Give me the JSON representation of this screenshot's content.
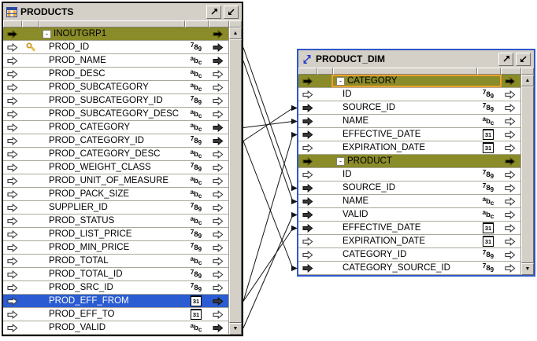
{
  "colors": {
    "group_row": "#8a8b29",
    "selected_row": "#2b5cd1",
    "highlight_outline": "#efa12d",
    "titlebar": "#d4d0c8",
    "left_panel_border": "#151515",
    "right_panel_border": "#2e58c8",
    "connection_line": "#141414"
  },
  "icons": {
    "left_title_icon": "table-grid-icon",
    "right_title_icon": "diagonal-arrows-icon",
    "collapse": "-",
    "number": "789",
    "varchar": "abc",
    "date": "31",
    "scroll_up": "▲",
    "scroll_down": "▼"
  },
  "left_panel": {
    "title": "PRODUCTS",
    "rows": [
      {
        "label": "INOUTGRP1",
        "kind": "group",
        "in": "hollow",
        "out": "hollow"
      },
      {
        "label": "PROD_ID",
        "type": "number",
        "key": true,
        "in": "hollow",
        "out": "filled"
      },
      {
        "label": "PROD_NAME",
        "type": "varchar",
        "in": "hollow",
        "out": "filled"
      },
      {
        "label": "PROD_DESC",
        "type": "varchar",
        "in": "hollow",
        "out": "hollow"
      },
      {
        "label": "PROD_SUBCATEGORY",
        "type": "varchar",
        "in": "hollow",
        "out": "hollow"
      },
      {
        "label": "PROD_SUBCATEGORY_ID",
        "type": "number",
        "in": "hollow",
        "out": "hollow"
      },
      {
        "label": "PROD_SUBCATEGORY_DESC",
        "type": "varchar",
        "in": "hollow",
        "out": "hollow"
      },
      {
        "label": "PROD_CATEGORY",
        "type": "varchar",
        "in": "hollow",
        "out": "filled"
      },
      {
        "label": "PROD_CATEGORY_ID",
        "type": "number",
        "in": "hollow",
        "out": "filled"
      },
      {
        "label": "PROD_CATEGORY_DESC",
        "type": "varchar",
        "in": "hollow",
        "out": "hollow"
      },
      {
        "label": "PROD_WEIGHT_CLASS",
        "type": "number",
        "in": "hollow",
        "out": "hollow"
      },
      {
        "label": "PROD_UNIT_OF_MEASURE",
        "type": "varchar",
        "in": "hollow",
        "out": "hollow"
      },
      {
        "label": "PROD_PACK_SIZE",
        "type": "varchar",
        "in": "hollow",
        "out": "hollow"
      },
      {
        "label": "SUPPLIER_ID",
        "type": "number",
        "in": "hollow",
        "out": "hollow"
      },
      {
        "label": "PROD_STATUS",
        "type": "varchar",
        "in": "hollow",
        "out": "hollow"
      },
      {
        "label": "PROD_LIST_PRICE",
        "type": "number",
        "in": "hollow",
        "out": "hollow"
      },
      {
        "label": "PROD_MIN_PRICE",
        "type": "number",
        "in": "hollow",
        "out": "hollow"
      },
      {
        "label": "PROD_TOTAL",
        "type": "varchar",
        "in": "hollow",
        "out": "hollow"
      },
      {
        "label": "PROD_TOTAL_ID",
        "type": "number",
        "in": "hollow",
        "out": "hollow"
      },
      {
        "label": "PROD_SRC_ID",
        "type": "number",
        "in": "hollow",
        "out": "hollow"
      },
      {
        "label": "PROD_EFF_FROM",
        "type": "date",
        "selected": true,
        "in": "hollow",
        "out": "filled"
      },
      {
        "label": "PROD_EFF_TO",
        "type": "date",
        "in": "hollow",
        "out": "hollow"
      },
      {
        "label": "PROD_VALID",
        "type": "varchar",
        "in": "hollow",
        "out": "filled"
      }
    ]
  },
  "right_panel": {
    "title": "PRODUCT_DIM",
    "rows": [
      {
        "label": "CATEGORY",
        "kind": "group",
        "highlighted": true,
        "in": "hollow",
        "out": "hollow"
      },
      {
        "label": "ID",
        "type": "number",
        "in": "hollow",
        "out": "hollow"
      },
      {
        "label": "SOURCE_ID",
        "type": "number",
        "in": "filled",
        "out": "hollow"
      },
      {
        "label": "NAME",
        "type": "varchar",
        "in": "filled",
        "out": "hollow"
      },
      {
        "label": "EFFECTIVE_DATE",
        "type": "date",
        "in": "filled",
        "out": "hollow"
      },
      {
        "label": "EXPIRATION_DATE",
        "type": "date",
        "in": "hollow",
        "out": "hollow"
      },
      {
        "label": "PRODUCT",
        "kind": "group",
        "in": "hollow",
        "out": "hollow"
      },
      {
        "label": "ID",
        "type": "number",
        "in": "hollow",
        "out": "hollow"
      },
      {
        "label": "SOURCE_ID",
        "type": "number",
        "in": "filled",
        "out": "hollow"
      },
      {
        "label": "NAME",
        "type": "varchar",
        "in": "filled",
        "out": "hollow"
      },
      {
        "label": "VALID",
        "type": "varchar",
        "in": "filled",
        "out": "hollow"
      },
      {
        "label": "EFFECTIVE_DATE",
        "type": "date",
        "in": "filled",
        "out": "hollow"
      },
      {
        "label": "EXPIRATION_DATE",
        "type": "date",
        "in": "hollow",
        "out": "hollow"
      },
      {
        "label": "CATEGORY_ID",
        "type": "number",
        "in": "hollow",
        "out": "hollow"
      },
      {
        "label": "CATEGORY_SOURCE_ID",
        "type": "number",
        "in": "filled",
        "out": "hollow"
      }
    ]
  },
  "connections": [
    {
      "from": "PROD_ID",
      "to": "PRODUCT.SOURCE_ID",
      "from_index": 1,
      "to_index": 8
    },
    {
      "from": "PROD_NAME",
      "to": "PRODUCT.NAME",
      "from_index": 2,
      "to_index": 9
    },
    {
      "from": "PROD_CATEGORY",
      "to": "CATEGORY.NAME",
      "from_index": 7,
      "to_index": 3
    },
    {
      "from": "PROD_CATEGORY_ID",
      "to": "CATEGORY.SOURCE_ID",
      "from_index": 8,
      "to_index": 2
    },
    {
      "from": "PROD_CATEGORY_ID",
      "to": "PRODUCT.CATEGORY_SOURCE_ID",
      "from_index": 8,
      "to_index": 14
    },
    {
      "from": "PROD_EFF_FROM",
      "to": "CATEGORY.EFFECTIVE_DATE",
      "from_index": 20,
      "to_index": 4
    },
    {
      "from": "PROD_EFF_FROM",
      "to": "PRODUCT.EFFECTIVE_DATE",
      "from_index": 20,
      "to_index": 11
    },
    {
      "from": "PROD_VALID",
      "to": "PRODUCT.VALID",
      "from_index": 22,
      "to_index": 10
    }
  ]
}
